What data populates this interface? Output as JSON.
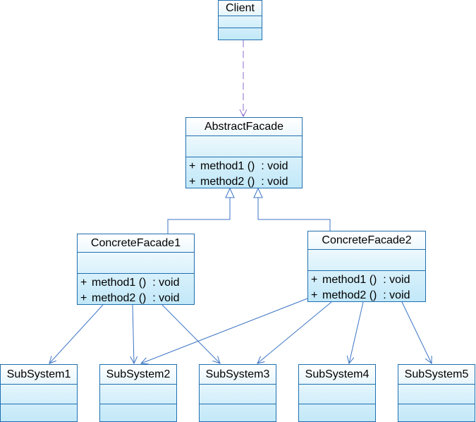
{
  "colors": {
    "border": "#1f6fb0",
    "fill_top": "#ffffff",
    "fill_bottom": "#c2e8f8",
    "edge": "#3b74c4",
    "dependency": "#8c6dcc"
  },
  "classes": {
    "client": {
      "name": "Client"
    },
    "abstract_facade": {
      "name": "AbstractFacade",
      "operations": [
        {
          "visibility": "+",
          "signature": "method1 ()  : void"
        },
        {
          "visibility": "+",
          "signature": "method2 ()  : void"
        }
      ]
    },
    "concrete_facade1": {
      "name": "ConcreteFacade1",
      "operations": [
        {
          "visibility": "+",
          "signature": "method1 ()  : void"
        },
        {
          "visibility": "+",
          "signature": "method2 ()  : void"
        }
      ]
    },
    "concrete_facade2": {
      "name": "ConcreteFacade2",
      "operations": [
        {
          "visibility": "+",
          "signature": "method1 ()  : void"
        },
        {
          "visibility": "+",
          "signature": "method2 ()  : void"
        }
      ]
    },
    "subsystem1": {
      "name": "SubSystem1"
    },
    "subsystem2": {
      "name": "SubSystem2"
    },
    "subsystem3": {
      "name": "SubSystem3"
    },
    "subsystem4": {
      "name": "SubSystem4"
    },
    "subsystem5": {
      "name": "SubSystem5"
    }
  },
  "relationships": [
    {
      "type": "dependency",
      "from": "Client",
      "to": "AbstractFacade"
    },
    {
      "type": "generalization",
      "from": "ConcreteFacade1",
      "to": "AbstractFacade"
    },
    {
      "type": "generalization",
      "from": "ConcreteFacade2",
      "to": "AbstractFacade"
    },
    {
      "type": "association",
      "from": "ConcreteFacade1",
      "to": "SubSystem1"
    },
    {
      "type": "association",
      "from": "ConcreteFacade1",
      "to": "SubSystem2"
    },
    {
      "type": "association",
      "from": "ConcreteFacade1",
      "to": "SubSystem3"
    },
    {
      "type": "association",
      "from": "ConcreteFacade2",
      "to": "SubSystem2"
    },
    {
      "type": "association",
      "from": "ConcreteFacade2",
      "to": "SubSystem3"
    },
    {
      "type": "association",
      "from": "ConcreteFacade2",
      "to": "SubSystem4"
    },
    {
      "type": "association",
      "from": "ConcreteFacade2",
      "to": "SubSystem5"
    }
  ]
}
